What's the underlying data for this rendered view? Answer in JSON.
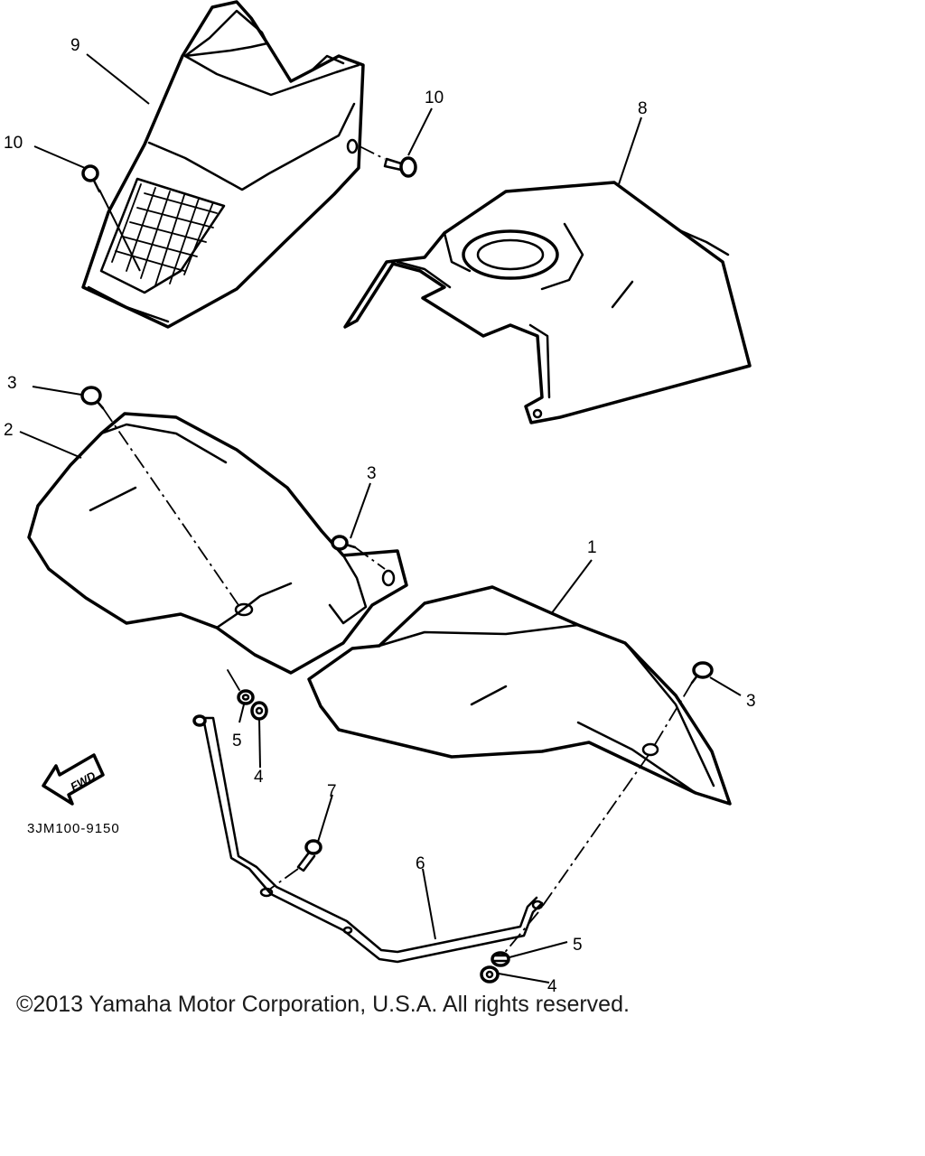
{
  "diagram": {
    "callouts": [
      "1",
      "2",
      "3",
      "3",
      "3",
      "4",
      "4",
      "5",
      "5",
      "6",
      "7",
      "8",
      "9",
      "10",
      "10"
    ],
    "direction_label": "FWD",
    "diagram_code": "3JM100-9150"
  },
  "footer": {
    "copyright": "©2013 Yamaha Motor Corporation, U.S.A. All rights reserved."
  },
  "colors": {
    "line": "#000000",
    "background": "#ffffff"
  }
}
